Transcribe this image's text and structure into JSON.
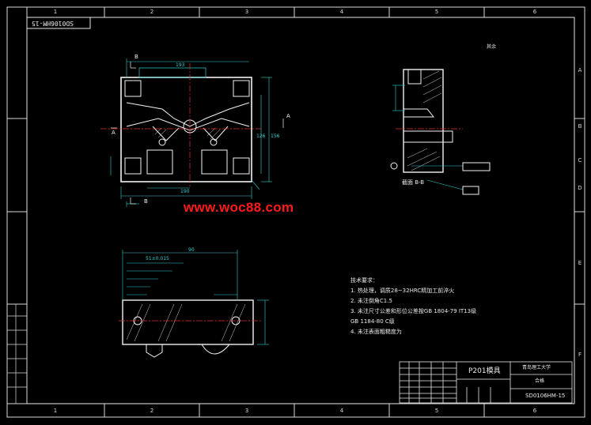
{
  "drawing_number": "SD0106HM-15",
  "watermark": "www.woc88.com",
  "title_block": {
    "part_name": "P201模具",
    "school": "青岛理工大学",
    "material": "合格",
    "number": "SD0106HM-15"
  },
  "tech_requirements": {
    "heading": "技术要求：",
    "items": [
      "1. 热处理，调质28~32HRC精加工前淬火",
      "2. 未注倒角C1.5",
      "3. 未注尺寸公差和形位公差按GB 1804-79 IT13级",
      "GB 1184-80 C级",
      "4. 未注表面粗糙度为"
    ]
  },
  "section_label": "B-B",
  "section_title": "截面 B-B",
  "roughness_note": "其余",
  "view_markers": {
    "a": "A",
    "b": "B"
  },
  "zones_top": [
    "1",
    "2",
    "3",
    "4",
    "5",
    "6"
  ],
  "zones_side": [
    "A",
    "B",
    "C",
    "D",
    "E",
    "F"
  ],
  "dimensions": [
    "193",
    "51±0.015",
    "90",
    "190",
    "156",
    "126"
  ],
  "colors": {
    "border": "#d8d8d8",
    "geometry": "#f2f2f2",
    "dimension": "#2fd0d0",
    "center": "#e03030",
    "watermark": "#ff1a1a"
  }
}
